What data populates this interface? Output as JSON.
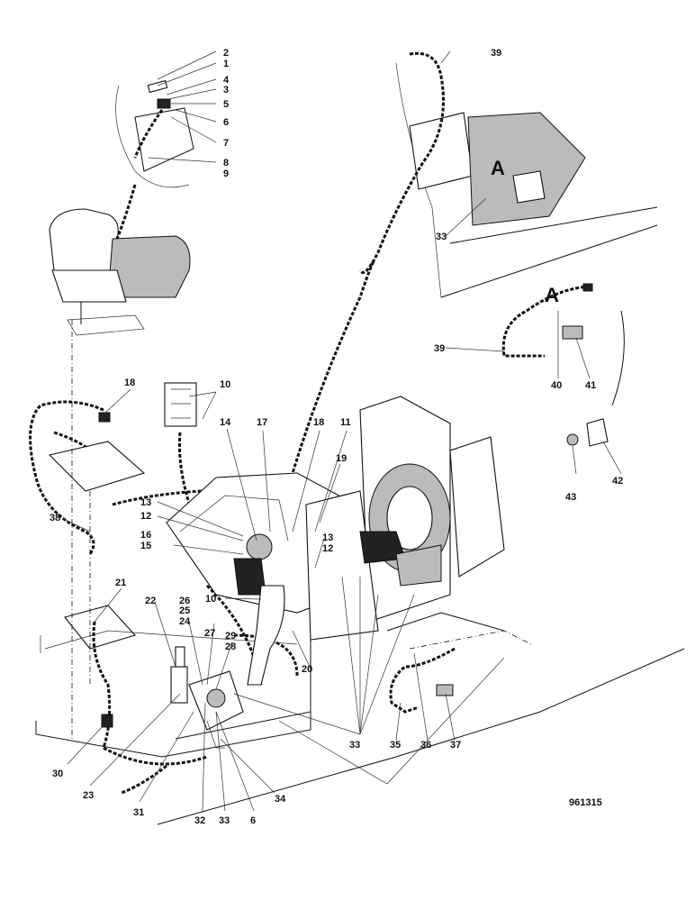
{
  "drawing_number": "961315",
  "view_marker": "A",
  "callouts": [
    "1",
    "2",
    "3",
    "4",
    "5",
    "6",
    "7",
    "8",
    "9",
    "10",
    "11",
    "12",
    "13",
    "14",
    "15",
    "16",
    "17",
    "18",
    "19",
    "20",
    "21",
    "22",
    "23",
    "24",
    "25",
    "26",
    "27",
    "28",
    "29",
    "30",
    "31",
    "32",
    "33",
    "34",
    "35",
    "36",
    "37",
    "38",
    "39",
    "40",
    "41",
    "42",
    "43"
  ]
}
